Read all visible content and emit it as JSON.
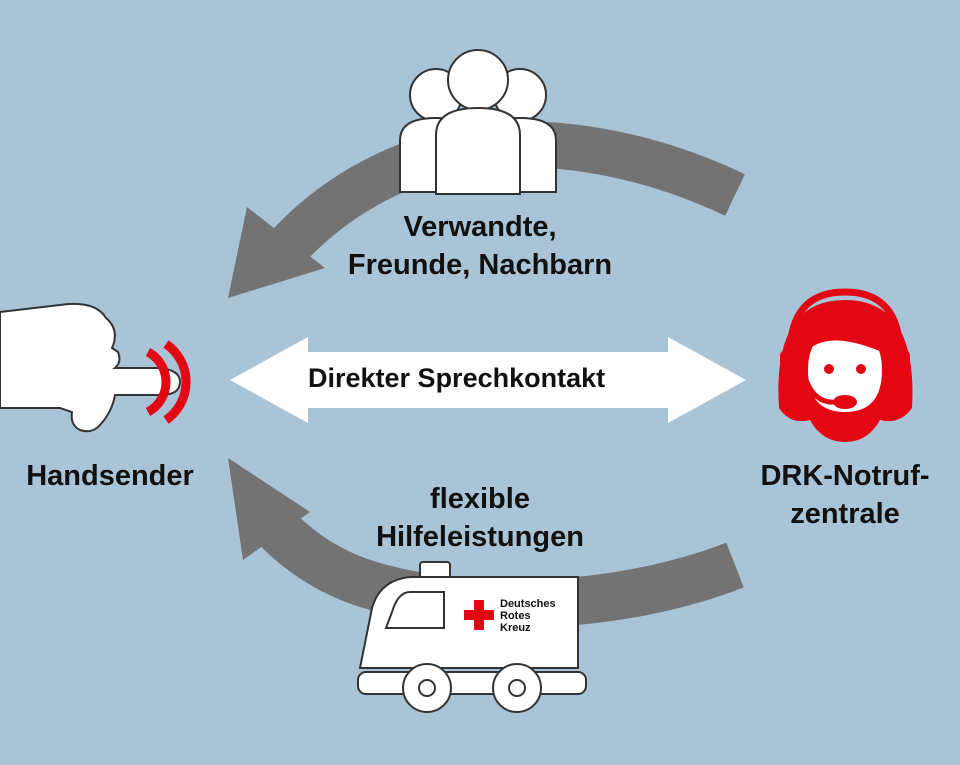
{
  "diagram": {
    "colors": {
      "background": "#a9c4d6",
      "arrow_gray": "#737373",
      "drk_red": "#e30613",
      "icon_white": "#ffffff",
      "text": "#111111"
    },
    "labels": {
      "relatives": [
        "Verwandte,",
        "Freunde, Nachbarn"
      ],
      "direct_contact": "Direkter Sprechkontakt",
      "hand_transmitter": "Handsender",
      "emergency_center": [
        "DRK-Notruf-",
        "zentrale"
      ],
      "flexible_help": [
        "flexible",
        "Hilfeleistungen"
      ]
    },
    "ambulance_logo_text": [
      "Deutsches",
      "Rotes",
      "Kreuz"
    ],
    "icons": [
      "people-group-icon",
      "hand-button-icon",
      "operator-headset-icon",
      "ambulance-icon"
    ]
  }
}
